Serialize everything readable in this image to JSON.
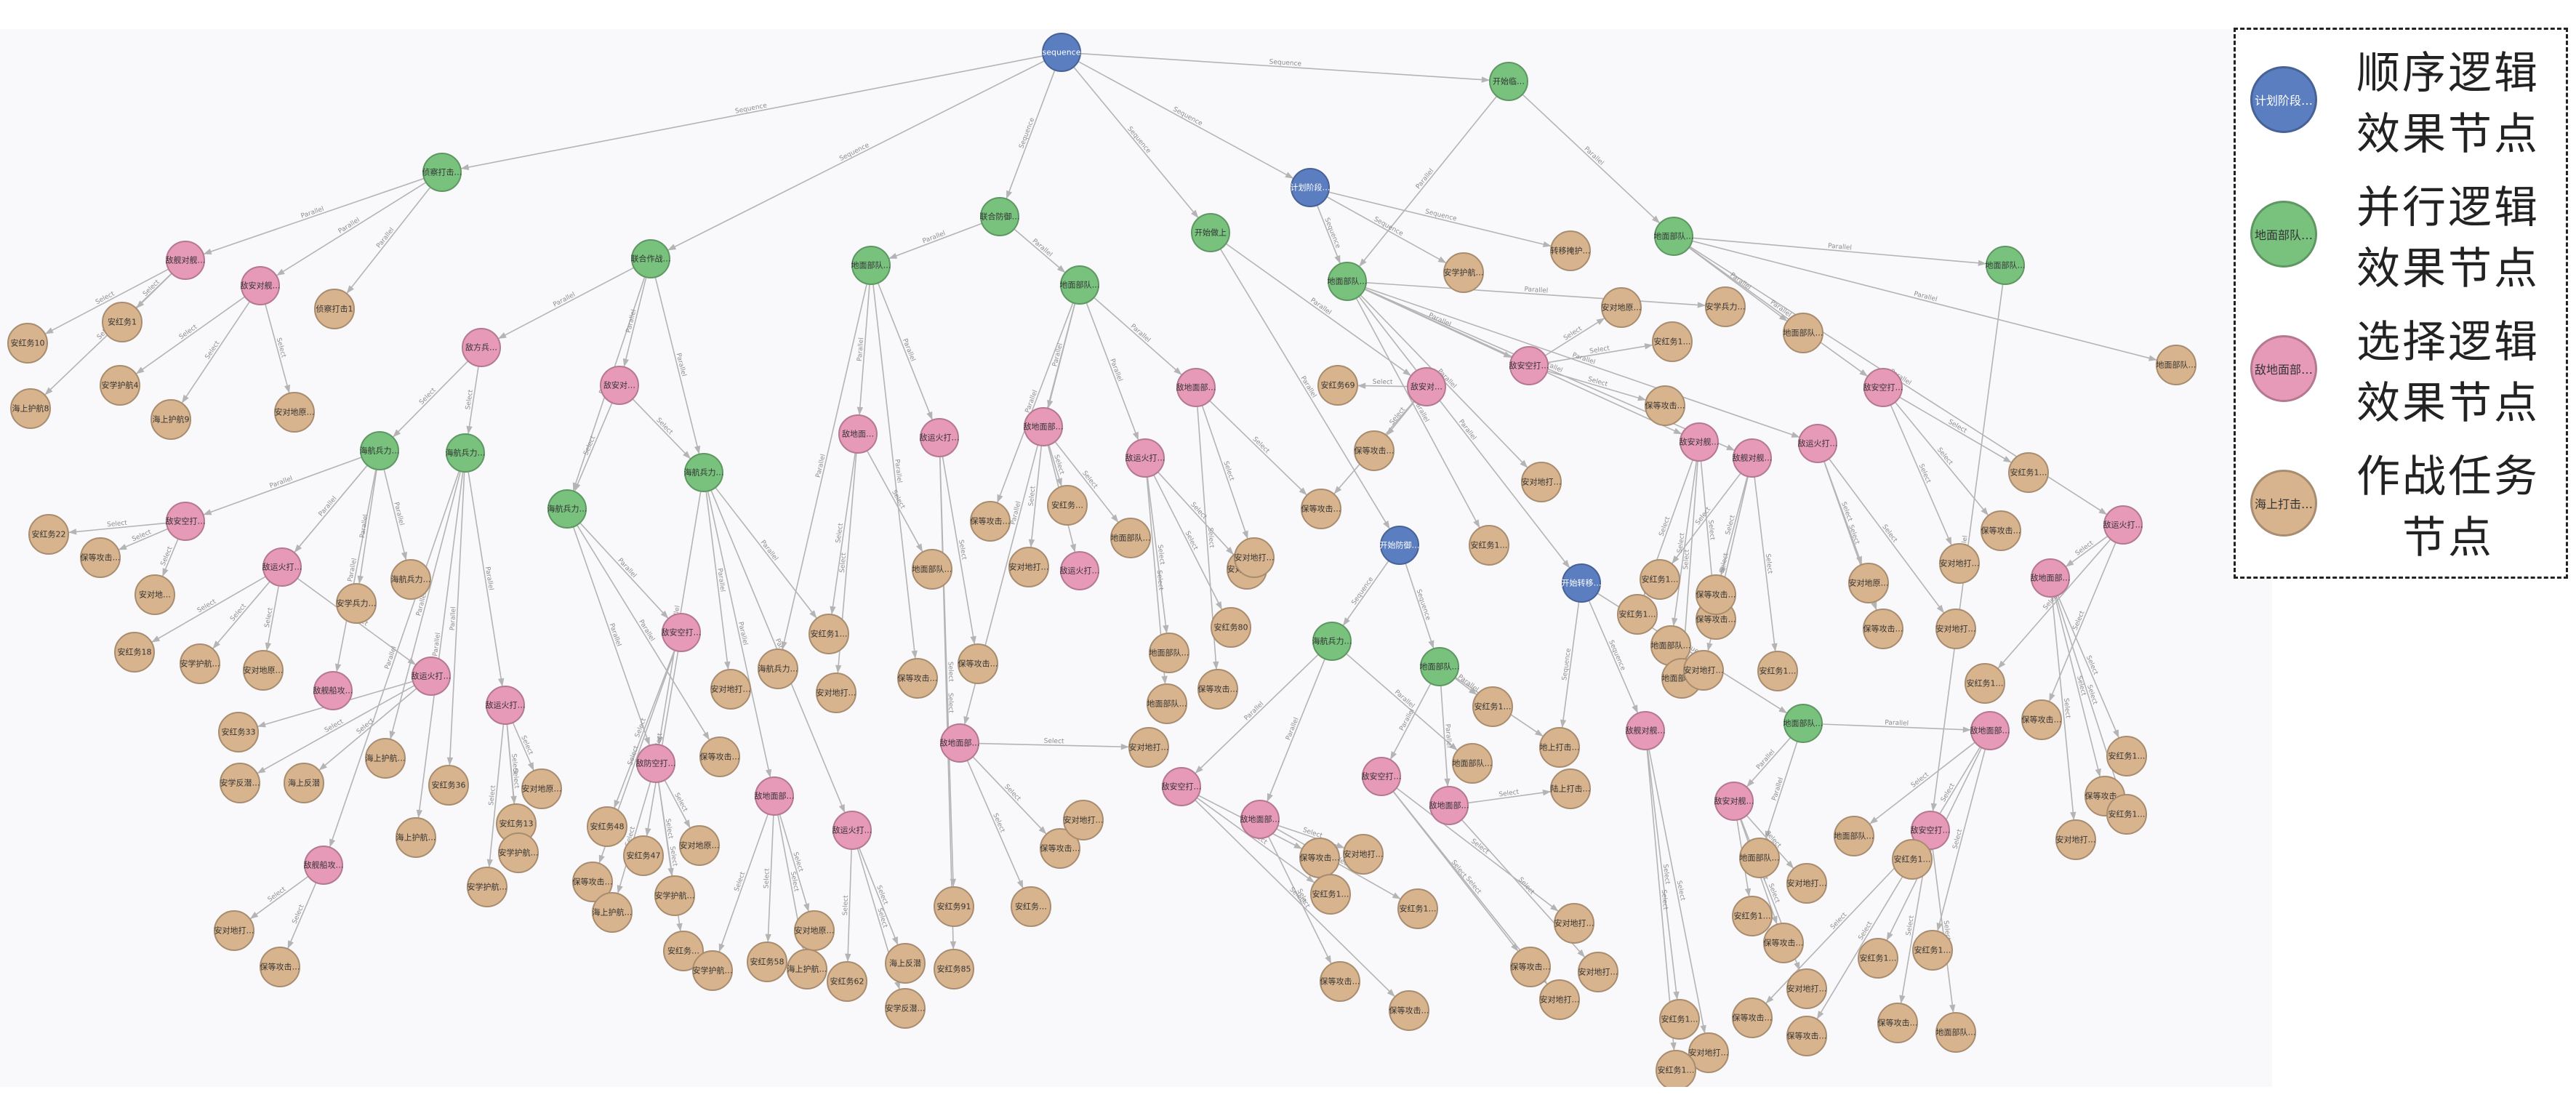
{
  "colors": {
    "sequence": "#5b7ec0",
    "parallel": "#78c27e",
    "select": "#e79ab7",
    "task": "#d8b48e",
    "edge": "#b4b4b4"
  },
  "node_labels": {
    "root": "sequence",
    "plan": "计划阶段…",
    "open": "开始防御…",
    "shift": "开始转移…",
    "gseq": "开始临…",
    "p_a": "侦察打击…",
    "p_b": "联合作战…",
    "p_c": "联合防御…",
    "p_d": "开始做上",
    "p_e": "地面部队…",
    "p_f": "地面部队…",
    "p_g": "地面部队…",
    "p_h": "海航兵力…",
    "p_i": "海航兵力…",
    "p_j": "海航兵力…",
    "p_k": "海航兵力…",
    "p_l": "地面部队…",
    "p_m": "海航兵力…",
    "p_n": "地面部队…",
    "p_o": "地面部队…",
    "p_p": "地面部队…",
    "s1": "敌舰对舰…",
    "s2": "敌安对舰…",
    "s3": "敌方兵…",
    "s4": "敌安对…",
    "s5": "敌地面…",
    "s6": "敌运火打…",
    "s7": "敌地面部…",
    "s8": "敌运火打…",
    "s9": "敌地面部…",
    "s10": "敌安对…",
    "s11": "敌安空打…",
    "s12": "敌安空打…",
    "s13": "敌运火打…",
    "s14": "敌舰船攻…",
    "s15": "敌运火打…",
    "s16": "敌运火打…",
    "s17": "敌安空打…",
    "s18": "敌防空打…",
    "s19": "敌地面部…",
    "s20": "敌运火打…",
    "s21": "敌地面部…",
    "s22": "敌运火打…",
    "s23": "敌安空打…",
    "s24": "敌地面部…",
    "s25": "敌安空打…",
    "s26": "敌地面部…",
    "s27": "敌舰船攻…",
    "s28": "敌安对舰…",
    "s29": "敌舰对舰…",
    "s30": "敌运火打…",
    "s31": "敌安空打…",
    "s32": "敌运火打…",
    "s33": "敌地面部…",
    "s34": "敌舰对舰…",
    "s35": "敌安对舰…",
    "s36": "敌地面部…",
    "s37": "敌安空打…",
    "t_1": "安红务10",
    "t_2": "安红务1",
    "t_3": "海上护航8",
    "t_4": "安学护航4",
    "t_5": "海上护航9",
    "t_6": "侦察打击1",
    "t_7": "安对地原…",
    "t_8": "安红务22",
    "t_9": "保等攻击…",
    "t_10": "安对地…",
    "t_11": "安红务18",
    "t_12": "安学护航…",
    "t_13": "安对地原…",
    "t_14": "安学兵力…",
    "t_15": "海航兵力…",
    "t_16": "安红务33",
    "t_17": "安学反潜…",
    "t_18": "海上反潜",
    "t_19": "安对地打…",
    "t_20": "保等攻击…",
    "t_21": "海上护航…",
    "t_22": "安红务36",
    "t_23": "海上护航…",
    "t_24": "安学护航…",
    "t_25": "安对地原…",
    "t_26": "安红务13",
    "t_27": "安学护航…",
    "t_28": "安红务48",
    "t_29": "保等攻击…",
    "t_30": "安红务47",
    "t_31": "安对地原…",
    "t_32": "海上护航…",
    "t_33": "安学护航…",
    "t_34": "安红务…",
    "t_35": "安学护航…",
    "t_36": "安红务58",
    "t_37": "安对地原…",
    "t_38": "海上护航…",
    "t_39": "安红务62",
    "t_40": "海上反潜",
    "t_41": "安学反潜…",
    "t_42": "保等攻击…",
    "t_43": "安对地打…",
    "t_44": "安红务1…",
    "t_45": "安对地打…",
    "t_46": "海航兵力…",
    "t_47": "保等攻击…",
    "t_48": "地面部队…",
    "t_49": "保等攻击…",
    "t_50": "安红务91",
    "t_51": "安红务85",
    "t_52": "保等攻击…",
    "t_53": "安红务…",
    "t_54": "安对地打…",
    "t_55": "保等攻击…",
    "t_56": "安红务…",
    "t_57": "安对地打…",
    "t_58": "地面部队…",
    "t_59": "地面部队…",
    "t_60": "安对地打…",
    "t_61": "安红务80",
    "t_62": "地面部队…",
    "t_63": "保等攻击…",
    "t_64": "安对地打…",
    "t_65": "安对地打…",
    "t_66": "保等攻击…",
    "t_67": "安红务69",
    "t_68": "保等攻击…",
    "t_69": "安对地打…",
    "t_70": "安红务1…",
    "t_71": "保等攻击…",
    "t_72": "安红务1…",
    "t_73": "安对地打…",
    "t_74": "保等攻击…",
    "t_75": "安红务1…",
    "t_76": "地面部队…",
    "t_77": "安红务1…",
    "t_78": "安对地打…",
    "t_79": "保等攻击…",
    "t_80": "安对地打…",
    "t_81": "安对地打…",
    "t_82": "保等攻击…",
    "t_83": "安红务1…",
    "t_84": "地面部队…",
    "t_85": "保等攻击…",
    "t_86": "地面部队…",
    "t_87": "安学护航…",
    "t_88": "转移掩护…",
    "t_89": "安对地原…",
    "t_90": "安红务1…",
    "t_91": "保等攻击…",
    "t_92": "安学兵力…",
    "t_93": "地面部队…",
    "t_94": "安红务1…",
    "t_95": "保等攻击…",
    "t_96": "安对地打…",
    "t_97": "安红务1…",
    "t_98": "地面部队…",
    "t_99": "安红务1…",
    "t_100": "安红务1…",
    "t_101": "保等攻击…",
    "t_102": "保等攻击…",
    "t_103": "安红务1…",
    "t_104": "地面部队…",
    "t_105": "安红务1…",
    "t_106": "保等攻击…",
    "t_107": "安对地打…",
    "t_108": "安对地原…",
    "t_109": "保等攻击…",
    "t_110": "安对地打…",
    "t_111": "安红务1…",
    "t_112": "保等攻击…",
    "t_113": "地面部队…",
    "t_114": "安红务1…",
    "t_115": "保等攻击…",
    "t_116": "安对地打…",
    "t_117": "安红务1…",
    "t_118": "地上打击…",
    "t_119": "陆上打击…",
    "t_120": "安红务1…",
    "t_121": "安对地打…",
    "t_122": "保等攻击…",
    "t_123": "安红务1…",
    "t_124": "安对地打…",
    "t_125": "保等攻击…",
    "t_126": "安红务1…",
    "t_127": "安对地打…",
    "t_128": "地面部队…"
  },
  "edge_labels": {
    "sequence": "Sequence",
    "parallel": "Parallel",
    "select": "Select"
  },
  "legend": [
    {
      "type": "sequence",
      "swatch": "计划阶段…",
      "text": "顺序逻辑\n效果节点"
    },
    {
      "type": "parallel",
      "swatch": "地面部队…",
      "text": "并行逻辑\n效果节点"
    },
    {
      "type": "select",
      "swatch": "敌地面部…",
      "text": "选择逻辑\n效果节点"
    },
    {
      "type": "task",
      "swatch": "海上打击…",
      "text": "作战任务\n节点"
    }
  ]
}
